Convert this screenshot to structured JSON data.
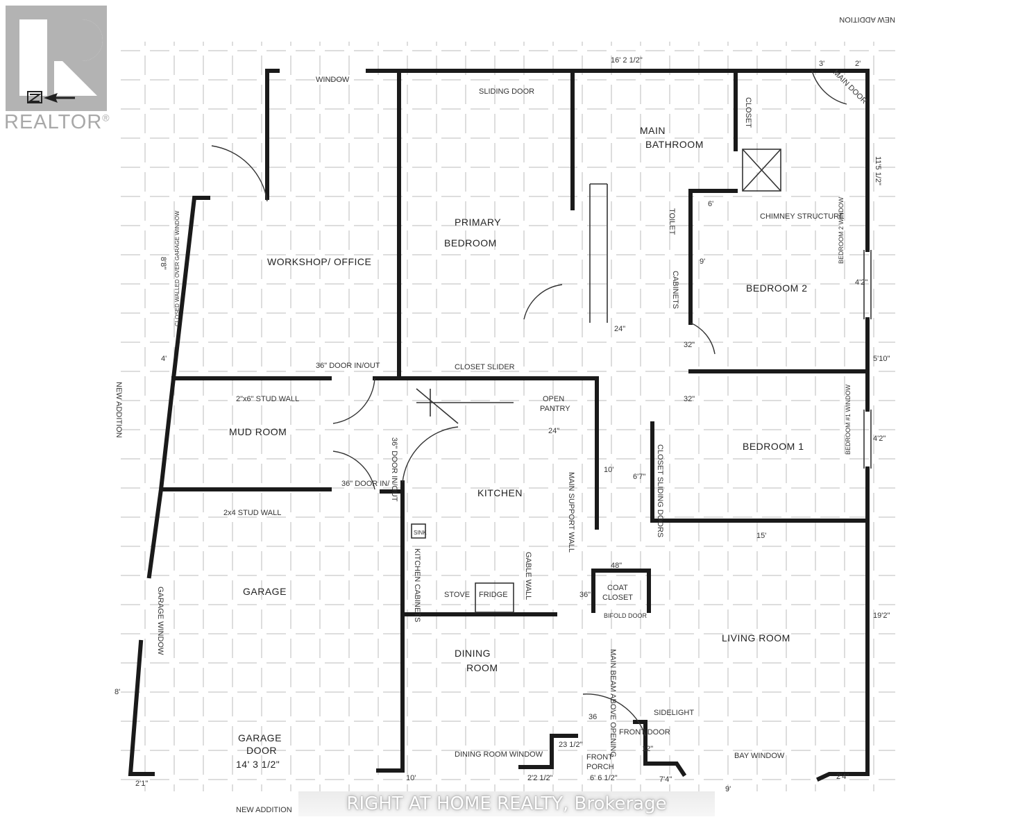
{
  "logo": {
    "text": "REALTOR",
    "registered": "®"
  },
  "watermark": "RIGHT AT HOME REALTY, Brokerage",
  "rooms": {
    "workshop": "WORKSHOP/ OFFICE",
    "primary_bedroom_1": "PRIMARY",
    "primary_bedroom_2": "BEDROOM",
    "main_bathroom_1": "MAIN",
    "main_bathroom_2": "BATHROOM",
    "bedroom2": "BEDROOM 2",
    "bedroom1": "BEDROOM 1",
    "mud_room": "MUD ROOM",
    "kitchen": "KITCHEN",
    "garage": "GARAGE",
    "dining_room_1": "DINING",
    "dining_room_2": "ROOM",
    "living_room": "LIVING ROOM",
    "coat_closet_1": "COAT",
    "coat_closet_2": "CLOSET",
    "open_pantry_1": "OPEN",
    "open_pantry_2": "PANTRY",
    "front_porch_1": "FRONT",
    "front_porch_2": "PORCH"
  },
  "annotations": {
    "new_addition_top": "NEW ADDITION",
    "new_addition_left": "NEW ADDITION",
    "new_addition_bottom": "NEW ADDITION",
    "closet_top": "CLOSET",
    "main_door": "MAIN DOOR",
    "sliding_door": "SLIDING DOOR",
    "window": "WINDOW",
    "chimney": "CHIMNEY STRUCTURE",
    "toilet": "TOILET",
    "cabinets": "CABINETS",
    "closet_slider": "CLOSET SLIDER",
    "stud_wall_2x6": "2\"x6\" STUD WALL",
    "stud_wall_2x4": "2x4 STUD WALL",
    "door_in_out_1": "36\" DOOR IN/OUT",
    "door_in_out_2": "36\" DOOR IN/OUT",
    "door_in": "36\" DOOR IN/",
    "main_support_wall": "MAIN SUPPORT WALL",
    "kitchen_cabinets": "KITCHEN CABINETS",
    "sink": "SINK",
    "gable_wall": "GABLE WALL",
    "stove": "STOVE",
    "fridge": "FRIDGE",
    "bifold_door": "BIFOLD DOOR",
    "main_beam": "MAIN BEAM ABOVE OPENING",
    "front_door": "FRONT DOOR",
    "sidelight": "SIDELIGHT",
    "dining_window": "DINING ROOM WINDOW",
    "bay_window": "BAY WINDOW",
    "garage_door_1": "GARAGE",
    "garage_door_2": "DOOR",
    "garage_door_size": "14' 3 1/2\"",
    "garage_window": "GARAGE WINDOW",
    "bedroom2_window": "BEDROOM 2 WINDOW",
    "bedroom1_window": "BEDROOM #1 WINDOW",
    "closet_sliding": "CLOSET SLIDING DOORS",
    "closed_window": "CLOSED WALLED OVER GARAGE WINDOW"
  },
  "dimensions": {
    "d_16_2": "16' 2 1/2\"",
    "d_3": "3'",
    "d_2": "2'",
    "d_11_5": "11'5 1/2\"",
    "d_6": "6'",
    "d_9": "9'",
    "d_4_2": "4'2\"",
    "d_5_10": "5'10\"",
    "d_4_2b": "4'2\"",
    "d_19_2": "19'2\"",
    "d_2_4": "2'4\"",
    "d_9b": "9'",
    "d_15": "15'",
    "d_10": "10'",
    "d_6_7": "6'7\"",
    "d_48": "48\"",
    "d_36": "36\"",
    "d_24": "24\"",
    "d_32": "32\"",
    "d_32b": "32\"",
    "d_24b": "24\"",
    "d_23_5": "23 1/2\"",
    "d_12": "12\"",
    "d_2_2": "2'2 1/2\"",
    "d_6_5": "6' 6 1/2\"",
    "d_7_4": "7'4\"",
    "d_2_1": "2'1\"",
    "d_10b": "10'",
    "d_36_front": "36",
    "d_8_8": "8'8\"",
    "d_4": "4'",
    "d_8": "8'"
  }
}
